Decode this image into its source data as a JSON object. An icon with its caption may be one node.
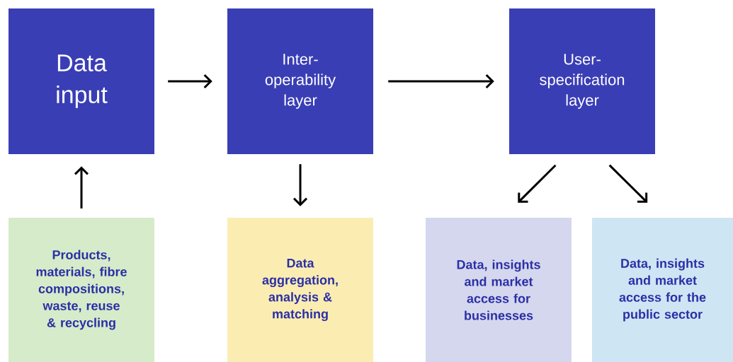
{
  "diagram": {
    "nodes": [
      {
        "text": [
          "Data input"
        ]
      },
      {
        "text": [
          "Inter-operability layer"
        ]
      },
      {
        "text": [
          "User-specification layer"
        ]
      },
      {
        "text": [
          "Products, materials, fibre compositions, waste, reuse & recycling"
        ]
      },
      {
        "text": [
          "Data aggregation, analysis & matching"
        ]
      },
      {
        "text": [
          "Data, insights and market access for businesses"
        ]
      },
      {
        "text": [
          "Data, insights and market access for the public sector"
        ]
      }
    ],
    "edges": [
      {
        "from": 0,
        "to": 1,
        "arrow": "to"
      },
      {
        "from": 1,
        "to": 2,
        "arrow": "to"
      },
      {
        "from": 3,
        "to": 0,
        "arrow": "to"
      },
      {
        "from": 1,
        "to": 4,
        "arrow": "to"
      },
      {
        "from": 2,
        "to": 5,
        "arrow": "to"
      },
      {
        "from": 2,
        "to": 6,
        "arrow": "to"
      }
    ]
  }
}
